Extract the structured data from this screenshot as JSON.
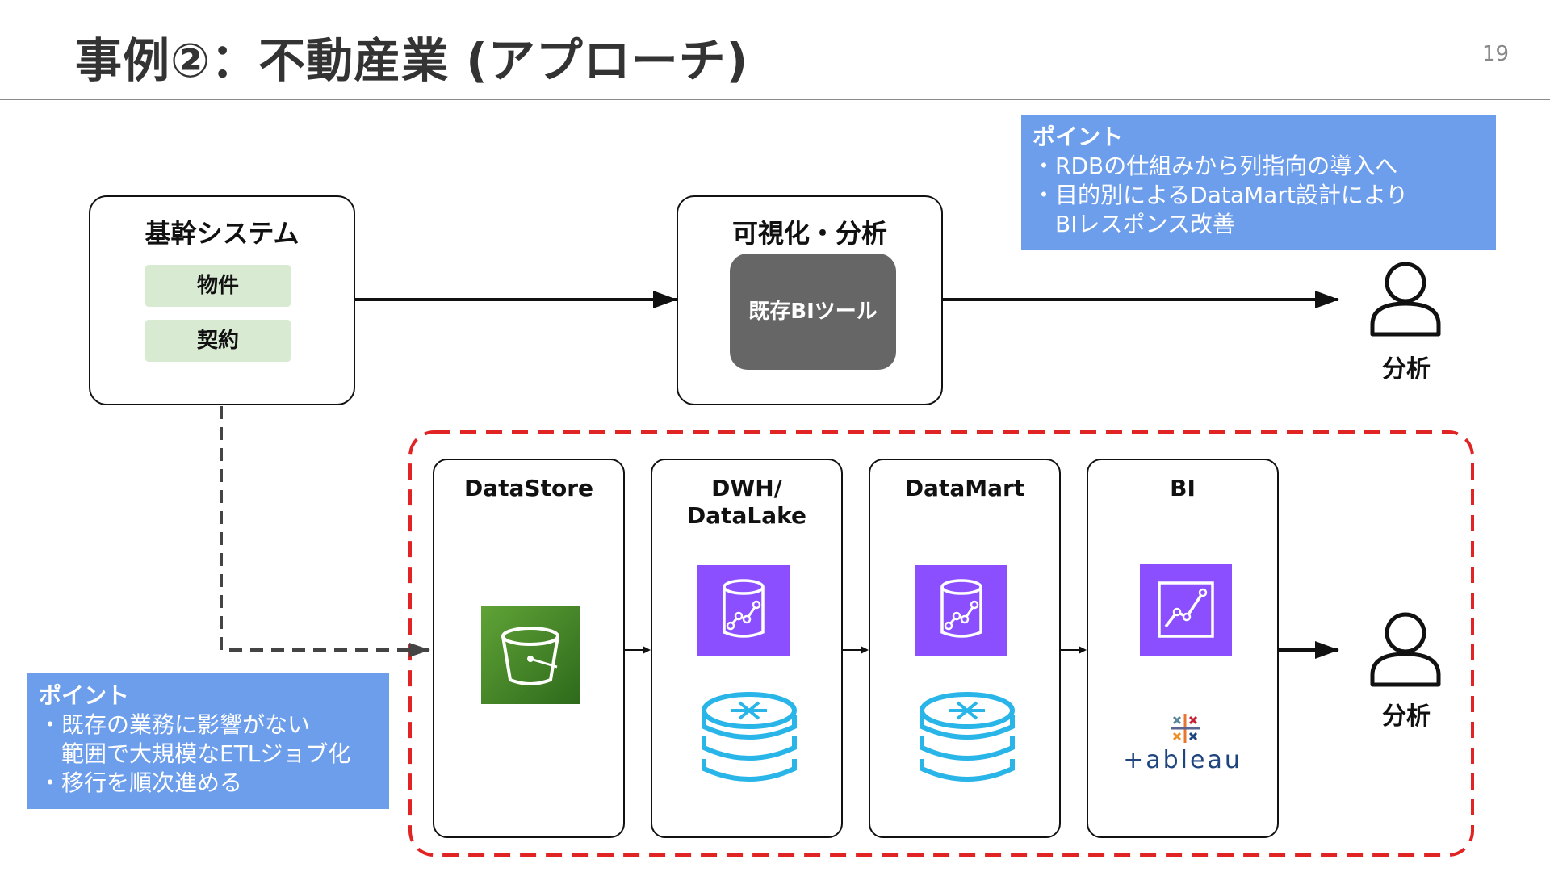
{
  "slide": {
    "title": "事例②：不動産業 (アプローチ)",
    "page_number": "19"
  },
  "core_system": {
    "title": "基幹システム",
    "items": [
      "物件",
      "契約"
    ]
  },
  "visualization": {
    "title": "可視化・分析",
    "tool": "既存BIツール"
  },
  "note_top": {
    "heading": "ポイント",
    "lines": [
      "・RDBの仕組みから列指向の導入へ",
      "・目的別によるDataMart設計により",
      "　BIレスポンス改善"
    ]
  },
  "note_bottom": {
    "heading": "ポイント",
    "lines": [
      "・既存の業務に影響がない",
      "　範囲で大規模なETLジョブ化",
      "・移行を順次進める"
    ]
  },
  "analysis_label_top": "分析",
  "analysis_label_bottom": "分析",
  "pipeline": {
    "stages": [
      {
        "title": "DataStore",
        "icons": [
          "s3-bucket-icon"
        ]
      },
      {
        "title": "DWH/\nDataLake",
        "icons": [
          "redshift-icon",
          "snowflake-db-icon"
        ]
      },
      {
        "title": "DataMart",
        "icons": [
          "redshift-icon",
          "snowflake-db-icon"
        ]
      },
      {
        "title": "BI",
        "icons": [
          "quicksight-icon",
          "tableau-logo"
        ]
      }
    ]
  },
  "tableau_logo_text": "+ableau",
  "colors": {
    "note_blue": "#6d9eeb",
    "pill_green": "#d9ead3",
    "bi_tool_gray": "#666666",
    "dashed_red": "#e02424",
    "aws_purple": "#8c4fff",
    "aws_green": "#3f8624",
    "snowflake_blue": "#29b5e8"
  }
}
